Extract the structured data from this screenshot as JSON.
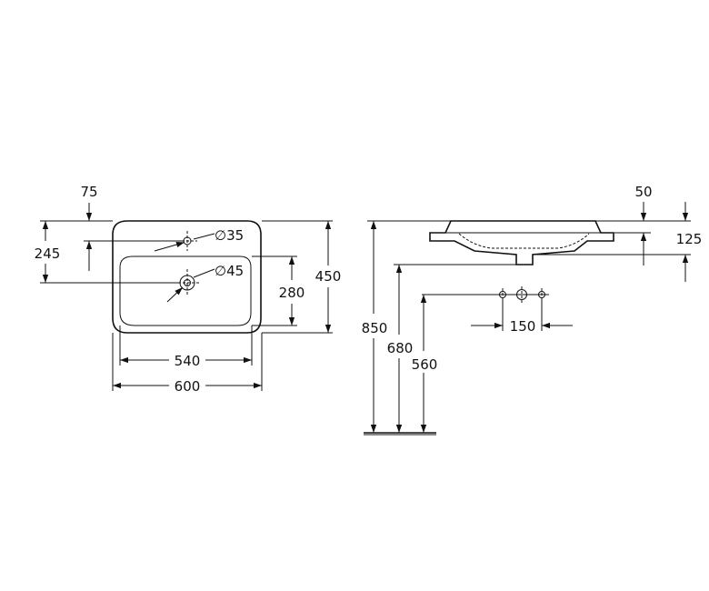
{
  "top_view": {
    "dims": {
      "d75": "75",
      "d245": "245",
      "d35": "∅35",
      "d45": "∅45",
      "d280": "280",
      "d450": "450",
      "d540": "540",
      "d600": "600"
    }
  },
  "side_view": {
    "dims": {
      "d50": "50",
      "d125": "125",
      "d150": "150",
      "d850": "850",
      "d680": "680",
      "d560": "560"
    }
  }
}
